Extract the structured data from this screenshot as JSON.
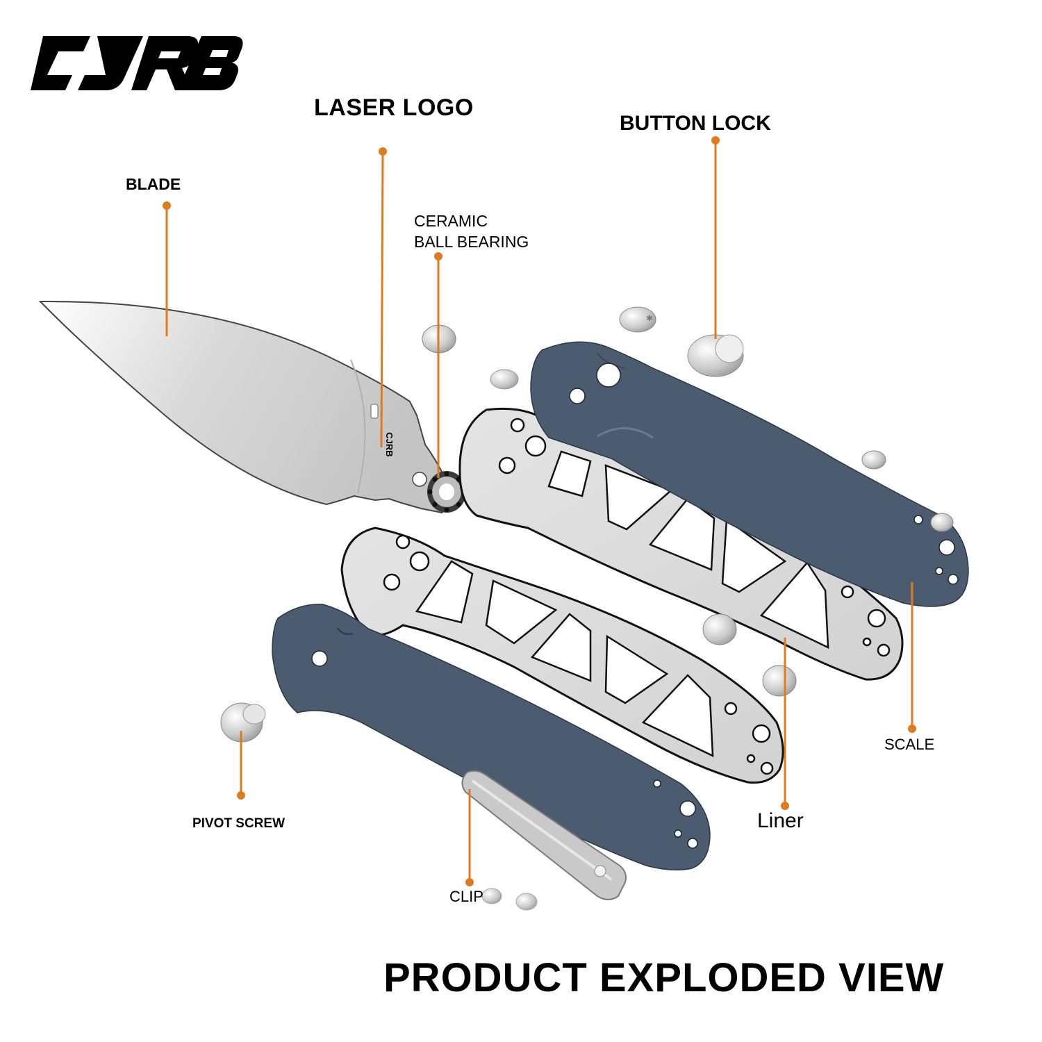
{
  "brand": {
    "logo_text": "CJRB"
  },
  "blade_etch_text": "CJRB",
  "labels": {
    "laser_logo": "LASER LOGO",
    "button_lock": "BUTTON LOCK",
    "blade": "BLADE",
    "ceramic_line1": "CERAMIC",
    "ceramic_line2": "BALL BEARING",
    "scale": "SCALE",
    "liner": "Liner",
    "pivot_screw": "PIVOT SCREW",
    "clip": "CLIP"
  },
  "title": "PRODUCT EXPLODED VIEW",
  "colors": {
    "leader": "#e07a1f",
    "scale": "#4b5b70",
    "steel": "#dcdcdc",
    "text": "#000000"
  }
}
